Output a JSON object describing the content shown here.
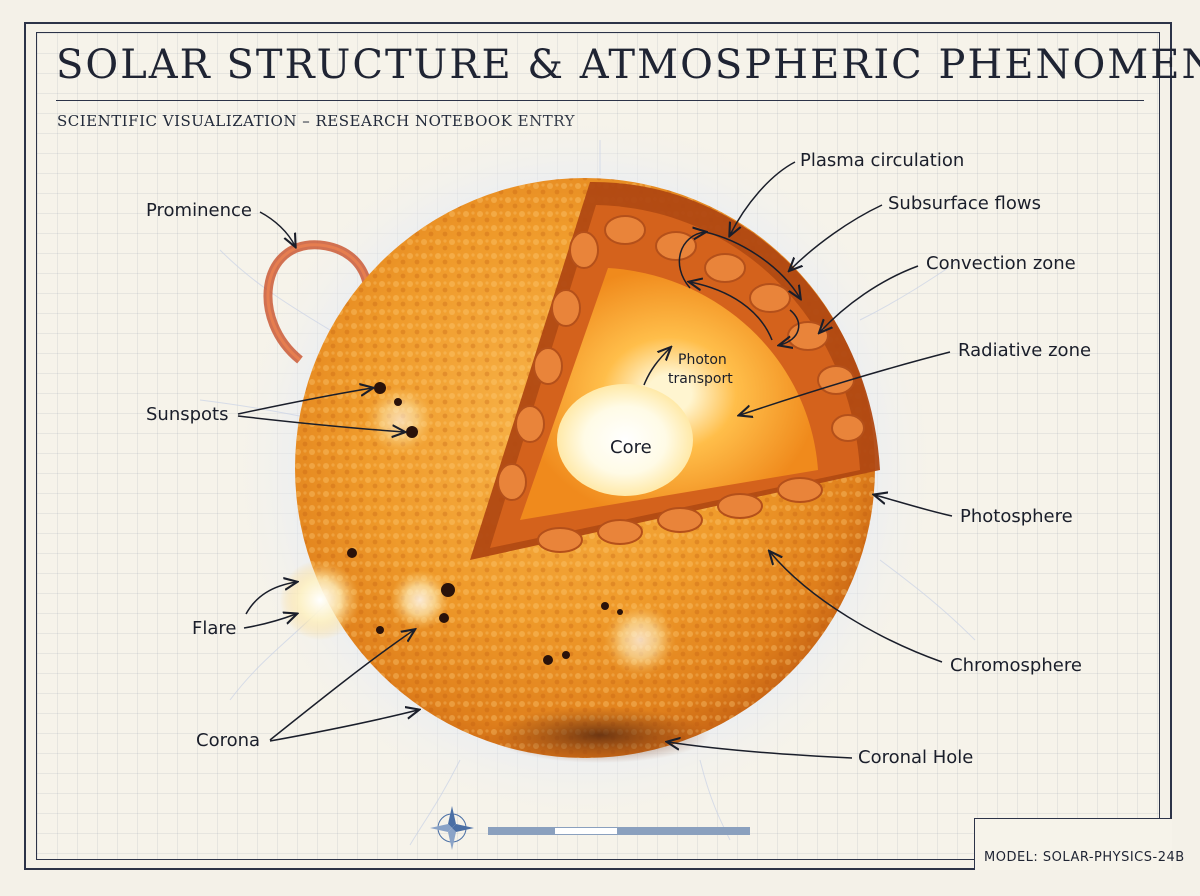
{
  "header": {
    "title": "SOLAR STRUCTURE & ATMOSPHERIC PHENOMENA",
    "subtitle": "SCIENTIFIC VISUALIZATION – RESEARCH NOTEBOOK ENTRY"
  },
  "labels": {
    "plasma_circulation": "Plasma circulation",
    "subsurface_flows": "Subsurface flows",
    "convection_zone": "Convection zone",
    "radiative_zone": "Radiative zone",
    "photosphere": "Photosphere",
    "chromosphere": "Chromosphere",
    "coronal_hole": "Coronal Hole",
    "prominence": "Prominence",
    "sunspots": "Sunspots",
    "flare": "Flare",
    "corona": "Corona",
    "core": "Core",
    "photon_transport_line1": "Photon",
    "photon_transport_line2": "transport"
  },
  "footer": {
    "model": "MODEL: SOLAR-PHYSICS-24B",
    "compass_icon": "compass-rose-icon"
  },
  "colors": {
    "frame": "#2c3348",
    "background": "#f4f1e8",
    "sun_surface": "#f0a030",
    "core": "#fffbe8",
    "convection_zone": "#d4621c"
  }
}
